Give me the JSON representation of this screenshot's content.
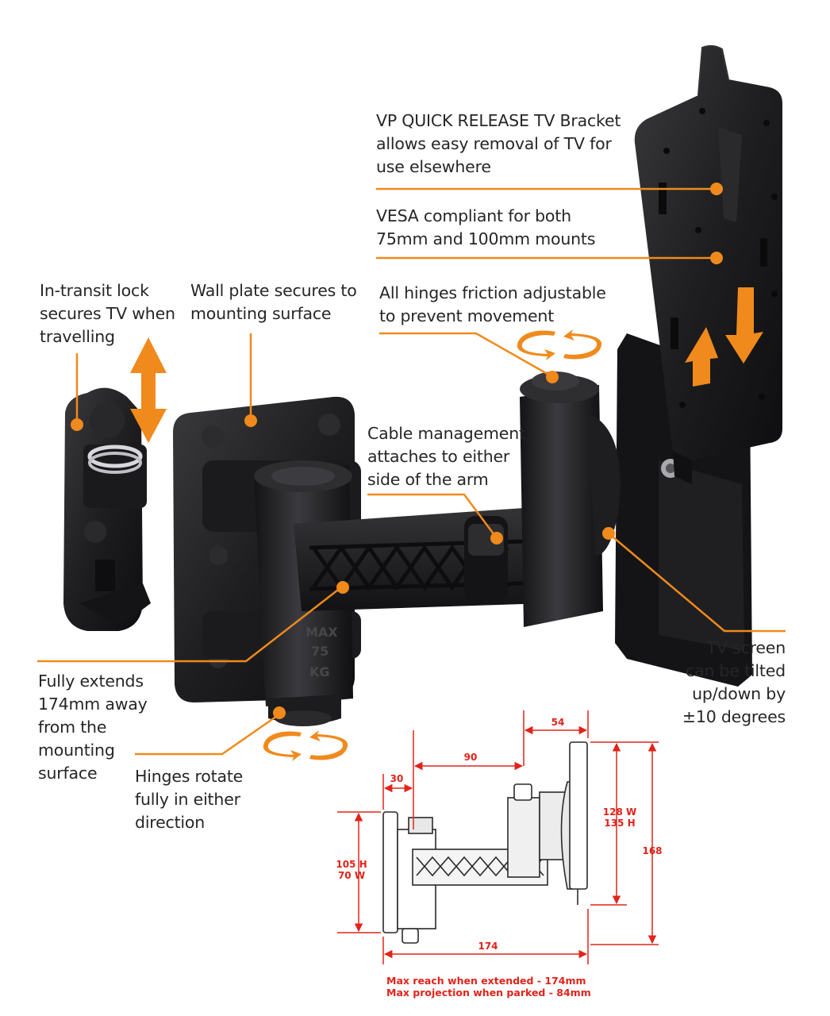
{
  "colors": {
    "accent": "#f08a1c",
    "product": "#1c1c1e",
    "dimension": "#e2231a",
    "text": "#262626"
  },
  "callouts": {
    "quick_release": "VP QUICK RELEASE TV Bracket\nallows easy removal of TV for\nuse elsewhere",
    "vesa": "VESA compliant for both\n75mm and 100mm mounts",
    "hinges_friction": "All hinges friction adjustable\nto prevent movement",
    "transit_lock": "In-transit lock\nsecures TV when\ntravelling",
    "wall_plate": "Wall plate secures to\nmounting surface",
    "cable_management": "Cable management\nattaches to either\nside of the arm",
    "fully_extends": "Fully extends\n174mm away\nfrom the\nmounting\nsurface",
    "hinges_rotate": "Hinges rotate\nfully in either\ndirection",
    "tilt": "TV screen\ncan be tilted\nup/down by\n±10 degrees"
  },
  "arm_marking": [
    "MAX",
    "75",
    "KG"
  ],
  "dimensions": {
    "d54": "54",
    "d90": "90",
    "d30": "30",
    "d128w": "128 W",
    "d135h": "135 H",
    "d168": "168",
    "d105h": "105 H",
    "d70w": "70 W",
    "d174": "174",
    "note_reach": "Max reach when extended - 174mm",
    "note_projection": "Max projection when parked - 84mm"
  }
}
